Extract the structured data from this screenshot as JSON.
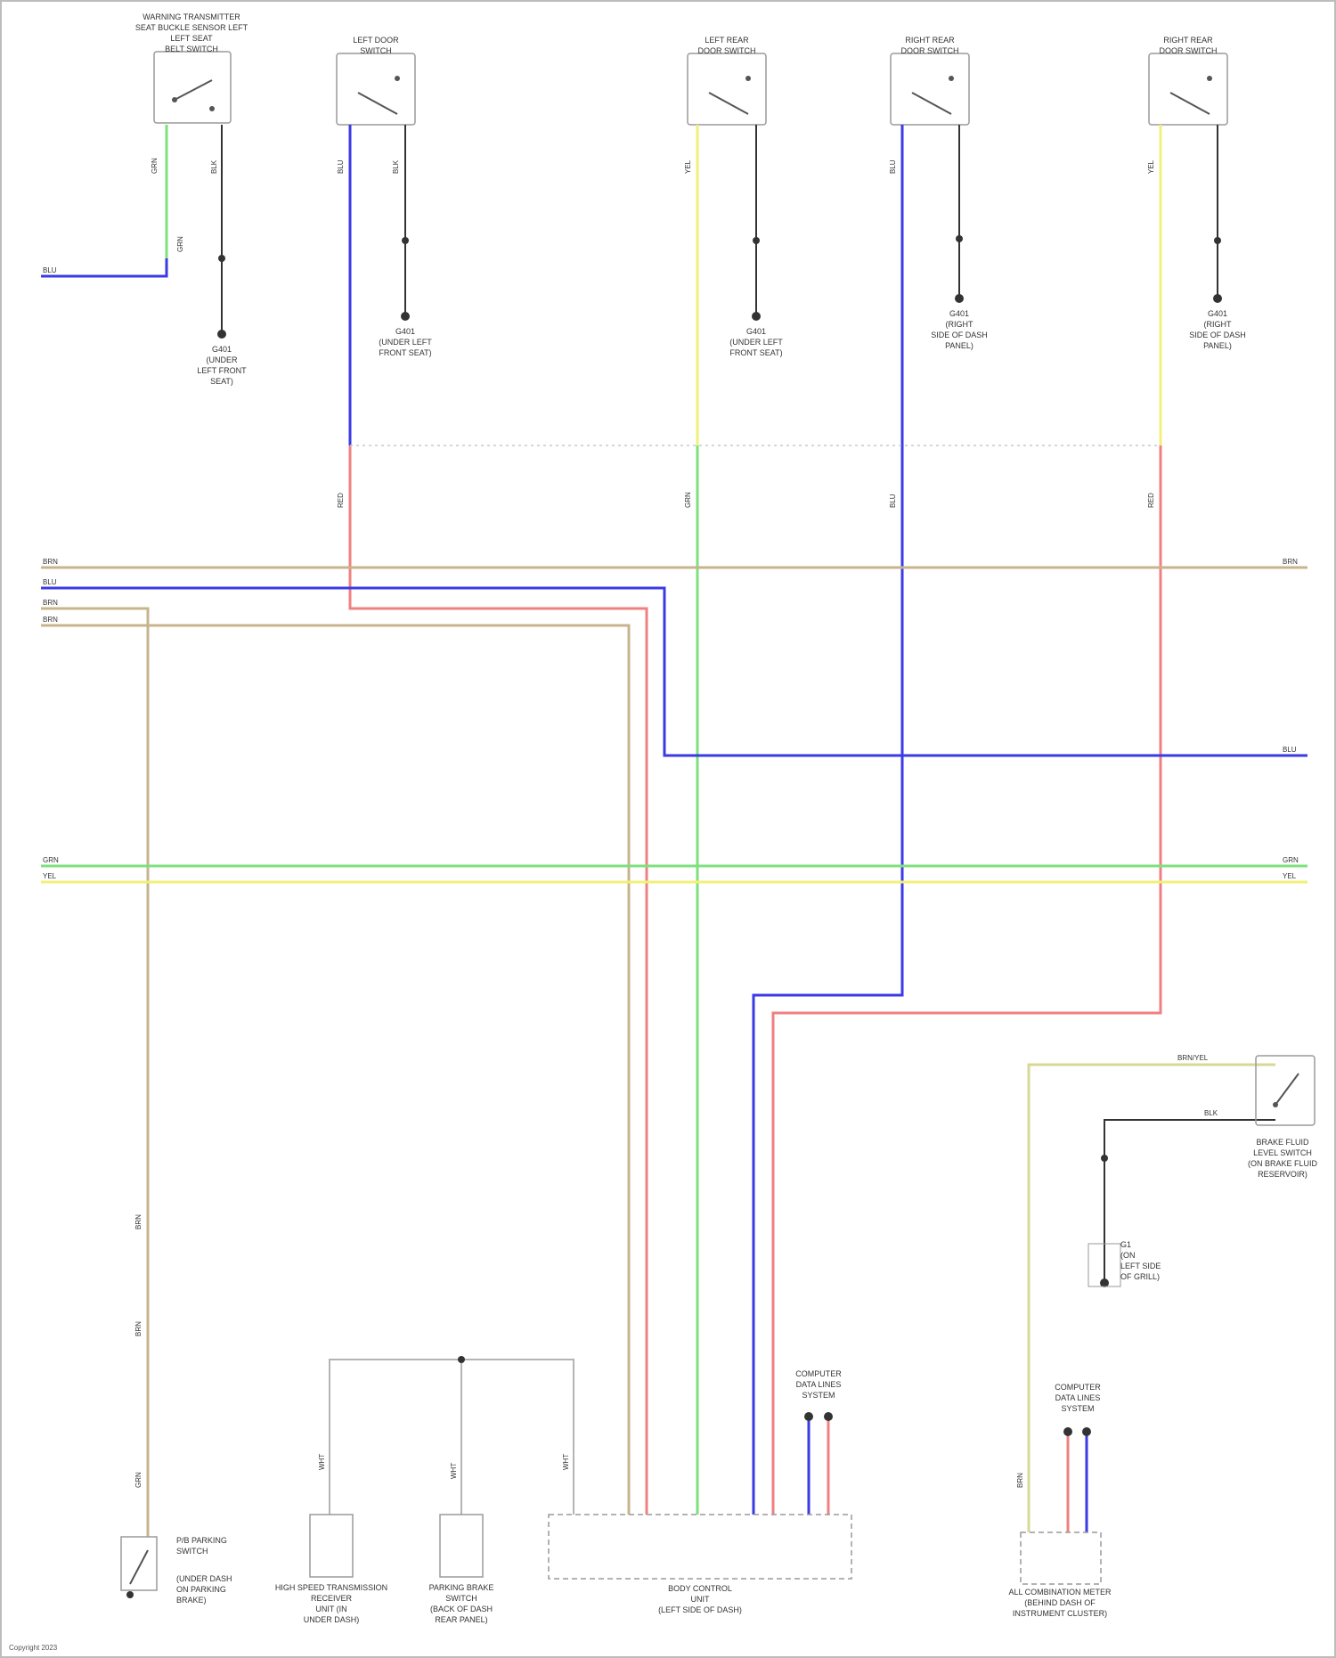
{
  "diagram": {
    "title": "",
    "colors": {
      "blue": "#3a3ae6",
      "green": "#7ee07e",
      "yellow": "#f0f07a",
      "pink": "#f08080",
      "tan": "#c8b48c",
      "gray": "#b4b4b4",
      "black": "#333333"
    },
    "components": {
      "sw1": [
        "WARNING TRANSMITTER",
        "SEAT BUCKLE SENSOR LEFT",
        "LEFT SEAT",
        "BELT SWITCH"
      ],
      "sw2": [
        "LEFT DOOR",
        "SWITCH"
      ],
      "sw3": [
        "LEFT REAR",
        "DOOR SWITCH"
      ],
      "sw4": [
        "RIGHT REAR",
        "DOOR SWITCH"
      ],
      "sw5": [
        "RIGHT REAR",
        "DOOR SWITCH"
      ],
      "g1": [
        "G401",
        "(UNDER",
        "LEFT FRONT",
        "SEAT)"
      ],
      "g2": [
        "G401",
        "(UNDER LEFT",
        "FRONT SEAT)"
      ],
      "g3": [
        "G401",
        "(UNDER LEFT",
        "FRONT SEAT)"
      ],
      "g4": [
        "G401",
        "(RIGHT",
        "SIDE OF DASH",
        "PANEL)"
      ],
      "g5": [
        "G401",
        "(RIGHT",
        "SIDE OF DASH",
        "PANEL)"
      ],
      "brake_fluid": [
        "BRAKE FLUID",
        "LEVEL SWITCH",
        "(ON BRAKE FLUID",
        "RESERVOIR)"
      ],
      "g6": [
        "G1",
        "(ON",
        "LEFT SIDE",
        "OF GRILL)"
      ],
      "parking": [
        "P/B PARKING",
        "SWITCH",
        "(UNDER DASH",
        "ON PARKING",
        "BRAKE)"
      ],
      "tcm": [
        "HIGH SPEED TRANSMISSION",
        "RECEIVER",
        "UNIT (IN",
        "UNDER DASH)"
      ],
      "parking_brake": [
        "PARKING BRAKE",
        "SWITCH",
        "(BACK OF DASH",
        "REAR PANEL)"
      ],
      "body_control": [
        "BODY CONTROL",
        "UNIT",
        "(LEFT SIDE OF DASH)"
      ],
      "can1": [
        "COMPUTER",
        "DATA LINES",
        "SYSTEM"
      ],
      "can2": [
        "COMPUTER",
        "DATA LINES",
        "SYSTEM"
      ],
      "combination": [
        "ALL COMBINATION METER",
        "(BEHIND DASH OF",
        "INSTRUMENT CLUSTER)"
      ]
    },
    "wire_labels": {
      "sw1_left": "GRN",
      "sw1_right": "BLK",
      "sw1_mid": "GRN",
      "sw1_blu": "BLU",
      "bus_left_1": "BRN",
      "bus_left_2": "BLU",
      "bus_left_3": "BRN",
      "bus_left_4": "BRN",
      "bus_left_5": "GRN",
      "bus_left_6": "YEL",
      "bus_right_1": "BRN",
      "bus_right_2": "BLU",
      "bus_right_3": "GRN",
      "bus_right_4": "YEL",
      "v_blu": "BLU",
      "v_grn": "GRN",
      "v_yel": "YEL",
      "v_red": "RED",
      "v_blk": "BLK",
      "v_brn": "BRN",
      "v_wht": "WHT",
      "fluid_top": "BRN/YEL",
      "fluid_bot": "BLK"
    },
    "footer": "Copyright 2023"
  }
}
